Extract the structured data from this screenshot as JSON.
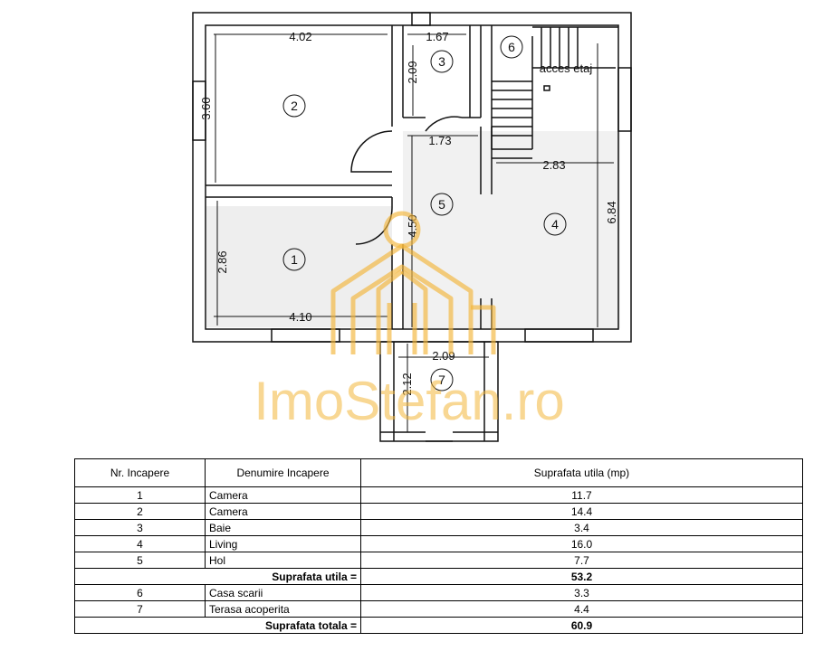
{
  "plan": {
    "dimensions": {
      "d402": "4.02",
      "d167": "1.67",
      "d209a": "2.09",
      "d360": "3.60",
      "d173": "1.73",
      "d283": "2.83",
      "d684": "6.84",
      "d450": "4.50",
      "d286": "2.86",
      "d410": "4.10",
      "d209b": "2.09",
      "d212": "2.12"
    },
    "room_numbers": [
      "1",
      "2",
      "3",
      "4",
      "5",
      "6",
      "7"
    ],
    "stair_label": "acces etaj",
    "watermark": "ImoStefan.ro",
    "colors": {
      "walls": "#111111",
      "watermark": "#f3b63a",
      "floor": "#eeeeee"
    }
  },
  "table": {
    "headers": [
      "Nr. Incapere",
      "Denumire Incapere",
      "Suprafata utila (mp)"
    ],
    "rows": [
      {
        "nr": "1",
        "name": "Camera",
        "area": "11.7"
      },
      {
        "nr": "2",
        "name": "Camera",
        "area": "14.4"
      },
      {
        "nr": "3",
        "name": "Baie",
        "area": "3.4"
      },
      {
        "nr": "4",
        "name": "Living",
        "area": "16.0"
      },
      {
        "nr": "5",
        "name": "Hol",
        "area": "7.7"
      }
    ],
    "subtotal": {
      "label": "Suprafata utila =",
      "value": "53.2"
    },
    "extra_rows": [
      {
        "nr": "6",
        "name": "Casa scarii",
        "area": "3.3"
      },
      {
        "nr": "7",
        "name": "Terasa acoperita",
        "area": "4.4"
      }
    ],
    "total": {
      "label": "Suprafata totala =",
      "value": "60.9"
    }
  }
}
